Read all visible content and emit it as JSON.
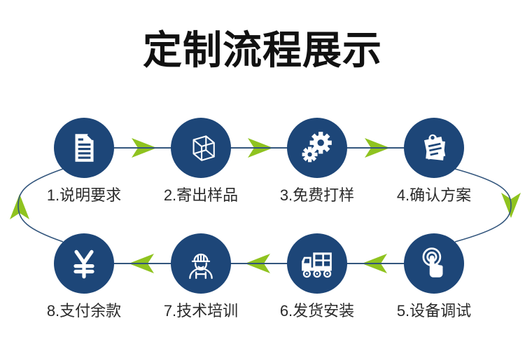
{
  "title": "定制流程展示",
  "colors": {
    "circle": "#1d4678",
    "line": "#33567d",
    "arrow": "#8fc31f",
    "title_text": "#111111",
    "label_text": "#2a2a2a",
    "background": "#ffffff"
  },
  "flow": {
    "steps": [
      {
        "label": "1.说明要求",
        "icon": "document-icon"
      },
      {
        "label": "2.寄出样品",
        "icon": "cube-icon"
      },
      {
        "label": "3.免费打样",
        "icon": "gears-icon"
      },
      {
        "label": "4.确认方案",
        "icon": "clipboard-icon"
      },
      {
        "label": "5.设备调试",
        "icon": "touch-icon"
      },
      {
        "label": "6.发货安装",
        "icon": "truck-icon"
      },
      {
        "label": "7.技术培训",
        "icon": "worker-icon"
      },
      {
        "label": "8.支付余款",
        "icon": "yuan-icon"
      }
    ]
  }
}
